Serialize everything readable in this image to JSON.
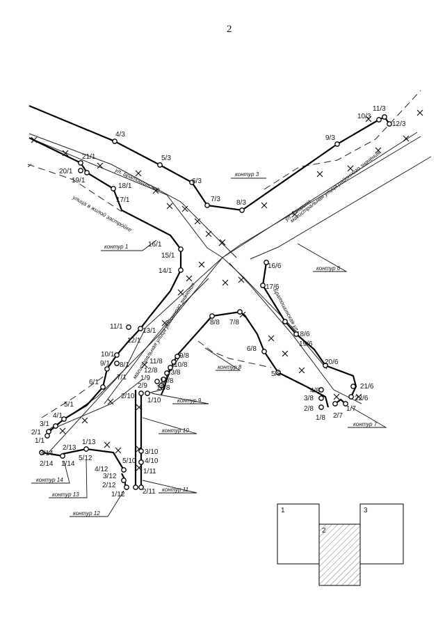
{
  "page_number": "2",
  "streets": {
    "bratoshinskaya": "ул. Братошинская",
    "residential": "улица в жилой застройке",
    "arterial_left": "магистральная улица районного значения",
    "spirina": "ул. Спирина",
    "arterial_right": "магистральная улица районного значения",
    "bratoshinskaya_2": "Братошинская ул."
  },
  "contour_labels": {
    "c1": "контур 1",
    "c3": "контур 3",
    "c6": "контур 6",
    "c7": "контур 7",
    "c8": "контур 8",
    "c9": "контур 9",
    "c10": "контур 10",
    "c11": "контур 11",
    "c12": "контур 12",
    "c13": "контур 13",
    "c14": "контур 14"
  },
  "points": {
    "p4_3": "4/3",
    "p5_3": "5/3",
    "p6_3": "6/3",
    "p7_3": "7/3",
    "p8_3": "8/3",
    "p9_3": "9/3",
    "p10_3": "10/3",
    "p11_3": "11/3",
    "p12_3": "12/3",
    "p21_1": "21/1",
    "p20_1": "20/1",
    "p19_1": "19/1",
    "p18_1": "18/1",
    "p17_1": "17/1",
    "p16_1": "16/1",
    "p15_1": "15/1",
    "p14_1": "14/1",
    "p13_1": "13/1",
    "p12_1": "12/1",
    "p11_1": "11/1",
    "p10_1": "10/1",
    "p9_1": "9/1",
    "p8_1": "8/1",
    "p7_1": "7/1",
    "p6_1": "6/1",
    "p5_1": "5/1",
    "p4_1": "4/1",
    "p3_1": "3/1",
    "p2_1": "2/1",
    "p1_1": "1/1",
    "p16_6": "16/6",
    "p17_6": "17/6",
    "p18_6": "18/6",
    "p19_6": "19/6",
    "p20_6": "20/6",
    "p21_6": "21/6",
    "p22_6": "22/6",
    "p1_7": "1/7",
    "p2_7": "2/7",
    "p8_8": "8/8",
    "p7_8": "7/8",
    "p6_8": "6/8",
    "p5_8": "5/8",
    "p4_8": "4/8",
    "p3_8": "3/8",
    "p2_8": "2/8",
    "p1_8": "1/8",
    "p9_8": "9/8",
    "p10_8": "10/8",
    "p11_8": "11/8",
    "p12_8": "12/8",
    "p13_8": "13/8",
    "p14_8": "14/8",
    "p15_8": "15/8",
    "p1_9": "1/9",
    "p2_9": "2/9",
    "p2_10": "2/10",
    "p1_10": "1/10",
    "p3_10": "3/10",
    "p4_10": "4/10",
    "p5_10": "5/10",
    "p1_11": "1/11",
    "p2_11": "2/11",
    "p1_13": "1/13",
    "p2_13": "2/13",
    "p5_12": "5/12",
    "p4_12": "4/12",
    "p3_12": "3/12",
    "p2_12": "2/12",
    "p1_12": "1/12",
    "p3_14": "3/14",
    "p2_14": "2/14",
    "p1_14": "1/14"
  },
  "inset": {
    "sheet1": "1",
    "sheet2": "2",
    "sheet3": "3"
  }
}
